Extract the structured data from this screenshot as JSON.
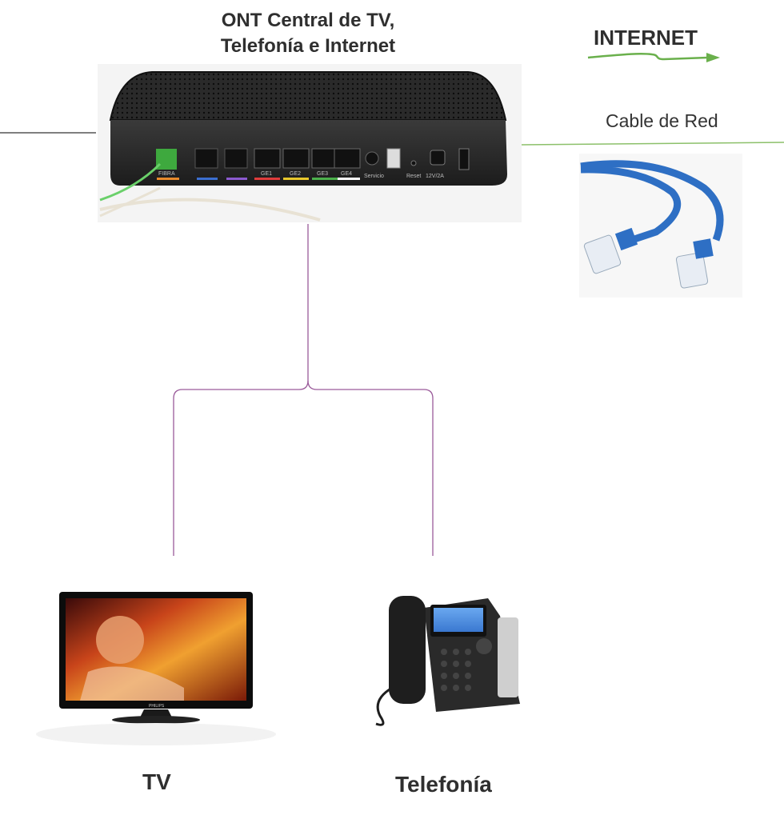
{
  "title_lines": [
    "ONT Central de TV,",
    "Telefonía e Internet"
  ],
  "internet_label": "INTERNET",
  "cable_label": "Cable de Red",
  "tv_label": "TV",
  "telefonia_label": "Telefonía",
  "router_port_labels": [
    "FIBRA",
    "GE1",
    "GE2",
    "GE3",
    "GE4",
    "Servicio",
    "Reset",
    "12V/2A"
  ],
  "tv_brand": "PHILIPS",
  "colors": {
    "arrow_green": "#6ab04c",
    "line_green": "#8cc06a",
    "line_purple": "#9a5a9a",
    "left_line": "#555555"
  }
}
